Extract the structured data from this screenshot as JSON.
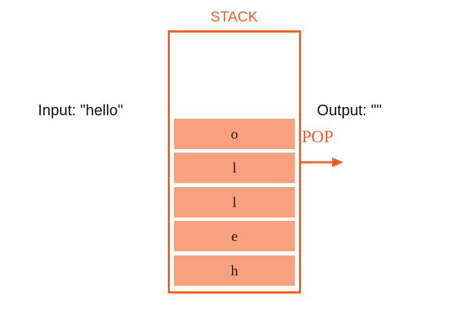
{
  "stack": {
    "title": "STACK",
    "items": [
      "o",
      "l",
      "l",
      "e",
      "h"
    ]
  },
  "input_label": "Input: \"hello\"",
  "output_label": "Output: \"\"",
  "operation": "POP",
  "colors": {
    "accent": "#ff5a1f",
    "cell_fill": "#f9a07f",
    "text": "#111111"
  }
}
